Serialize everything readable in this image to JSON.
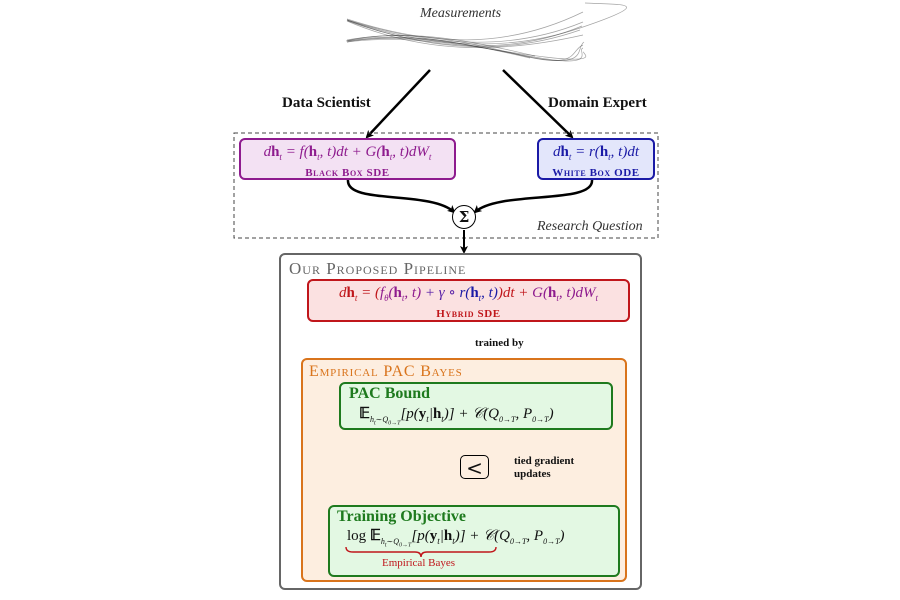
{
  "measurements": {
    "label": "Measurements"
  },
  "roles": {
    "left": "Data Scientist",
    "right": "Domain Expert"
  },
  "research_question": {
    "label": "Research Question"
  },
  "black_box": {
    "equation": "dh_t = f(h_t, t)dt + G(h_t, t)dW_t",
    "caption": "Black Box SDE",
    "border_color": "#8e1b8e",
    "fill_color": "#f3e1f3"
  },
  "white_box": {
    "equation": "dh_t = r(h_t, t)dt",
    "caption": "White Box ODE",
    "border_color": "#1a1aa6",
    "fill_color": "#e3e6fb"
  },
  "sum_node": {
    "symbol": "Σ"
  },
  "pipeline": {
    "title": "Our Proposed Pipeline",
    "border_color": "#666666"
  },
  "hybrid": {
    "equation_parts": [
      "dh_t = (",
      "f_θ(h_t, t)",
      " + γ ∘ ",
      "r(h_t, t)",
      ")dt + ",
      "G(h_t, t)dW_t"
    ],
    "caption": "Hybrid SDE",
    "border_color": "#c0161b",
    "fill_color": "#fbe1e1"
  },
  "trained_by": {
    "label": "trained by"
  },
  "pac_bayes": {
    "title": "Empirical PAC Bayes",
    "border_color": "#d9741c",
    "fill_color": "#fdeee0"
  },
  "pac_bound": {
    "title": "PAC Bound",
    "equation": "E_{h_t∼Q_{0→T}}[p(y_t|h_t)] + C(Q_{0→T}, P_{0→T})",
    "border_color": "#1e7a1e",
    "fill_color": "#e3f8e3"
  },
  "comparator": {
    "symbol": "<",
    "label_line1": "tied gradient",
    "label_line2": "updates"
  },
  "training_objective": {
    "title": "Training Objective",
    "equation": "log E_{h_t∼Q_{0→T}}[p(y_t|h_t)] + C(Q_{0→T}, P_{0→T})",
    "brace_label": "Empirical Bayes",
    "brace_color": "#c0161b"
  }
}
